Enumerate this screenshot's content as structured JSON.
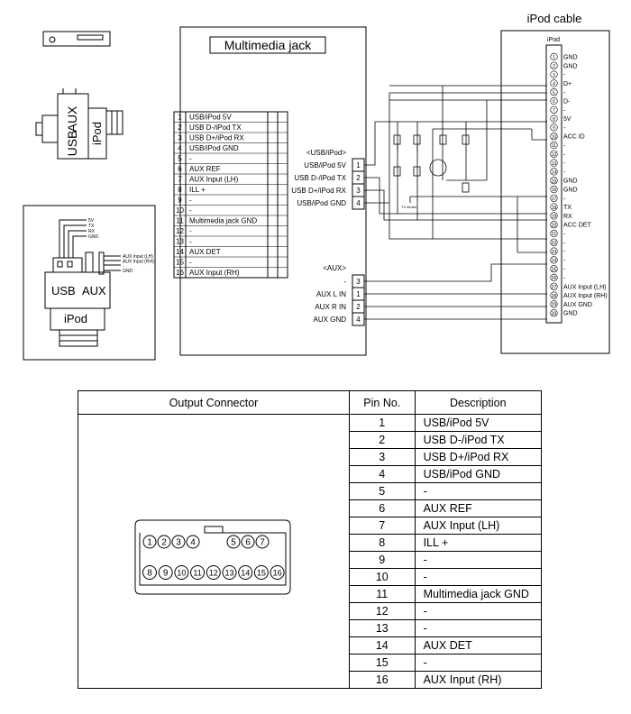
{
  "diagram": {
    "multimedia_jack_title": "Multimedia jack",
    "ipod_cable_title": "iPod cable",
    "ipod_col_header": "iPod",
    "jack_pins": [
      {
        "num": "1",
        "label": "USB/iPod 5V"
      },
      {
        "num": "2",
        "label": "USB D-/iPod TX"
      },
      {
        "num": "3",
        "label": "USB D+/iPod RX"
      },
      {
        "num": "4",
        "label": "USB/iPod GND"
      },
      {
        "num": "5",
        "label": "-"
      },
      {
        "num": "6",
        "label": "AUX REF"
      },
      {
        "num": "7",
        "label": "AUX Input (LH)"
      },
      {
        "num": "8",
        "label": "ILL +"
      },
      {
        "num": "9",
        "label": "-"
      },
      {
        "num": "10",
        "label": "-"
      },
      {
        "num": "11",
        "label": "Multimedia jack GND"
      },
      {
        "num": "12",
        "label": "-"
      },
      {
        "num": "13",
        "label": "-"
      },
      {
        "num": "14",
        "label": "AUX DET"
      },
      {
        "num": "15",
        "label": "-"
      },
      {
        "num": "16",
        "label": "AUX Input (RH)"
      }
    ],
    "usb_group_label": "<USB/iPod>",
    "usb_pins": [
      {
        "label": "USB/iPod 5V",
        "num": "1"
      },
      {
        "label": "USB D-/iPod TX",
        "num": "2"
      },
      {
        "label": "USB D+/iPod RX",
        "num": "3"
      },
      {
        "label": "USB/iPod GND",
        "num": "4"
      }
    ],
    "aux_group_label": "<AUX>",
    "aux_pins": [
      {
        "label": "-",
        "num": "3"
      },
      {
        "label": "AUX L IN",
        "num": "1"
      },
      {
        "label": "AUX R IN",
        "num": "2"
      },
      {
        "label": "AUX GND",
        "num": "4"
      }
    ],
    "ipod_pins": [
      {
        "num": "1",
        "label": "GND"
      },
      {
        "num": "2",
        "label": "GND"
      },
      {
        "num": "3",
        "label": "-"
      },
      {
        "num": "4",
        "label": "D+"
      },
      {
        "num": "5",
        "label": "-"
      },
      {
        "num": "6",
        "label": "D-"
      },
      {
        "num": "7",
        "label": "-"
      },
      {
        "num": "8",
        "label": "5V"
      },
      {
        "num": "9",
        "label": "-"
      },
      {
        "num": "10",
        "label": "ACC ID"
      },
      {
        "num": "11",
        "label": "-"
      },
      {
        "num": "12",
        "label": "-"
      },
      {
        "num": "13",
        "label": "-"
      },
      {
        "num": "14",
        "label": "-"
      },
      {
        "num": "15",
        "label": "GND"
      },
      {
        "num": "16",
        "label": "GND"
      },
      {
        "num": "17",
        "label": "-"
      },
      {
        "num": "18",
        "label": "TX"
      },
      {
        "num": "19",
        "label": "RX"
      },
      {
        "num": "20",
        "label": "ACC DET"
      },
      {
        "num": "21",
        "label": "-"
      },
      {
        "num": "22",
        "label": "-"
      },
      {
        "num": "23",
        "label": "-"
      },
      {
        "num": "24",
        "label": "-"
      },
      {
        "num": "25",
        "label": "-"
      },
      {
        "num": "26",
        "label": "-"
      },
      {
        "num": "27",
        "label": "AUX Input (LH)"
      },
      {
        "num": "28",
        "label": "AUX Input (RH)"
      },
      {
        "num": "29",
        "label": "AUX GND"
      },
      {
        "num": "30",
        "label": "GND"
      }
    ],
    "tx_note": "TX  series",
    "plug_labels": {
      "aux": "AUX",
      "ipod": "iPod",
      "usb": "USB"
    },
    "inset": {
      "wire_labels": [
        "5V",
        "TX",
        "RX",
        "GND"
      ],
      "aux_wires": [
        "AUX Input (LH)",
        "AUX Input (RH)",
        "-",
        "GND"
      ],
      "usb": "USB",
      "aux": "AUX",
      "ipod": "iPod"
    }
  },
  "table": {
    "headers": {
      "connector": "Output Connector",
      "pin": "Pin No.",
      "description": "Description"
    },
    "rows": [
      {
        "pin": "1",
        "description": "USB/iPod 5V"
      },
      {
        "pin": "2",
        "description": "USB D-/iPod TX"
      },
      {
        "pin": "3",
        "description": "USB D+/iPod RX"
      },
      {
        "pin": "4",
        "description": "USB/iPod GND"
      },
      {
        "pin": "5",
        "description": "-"
      },
      {
        "pin": "6",
        "description": "AUX REF"
      },
      {
        "pin": "7",
        "description": "AUX Input (LH)"
      },
      {
        "pin": "8",
        "description": "ILL +"
      },
      {
        "pin": "9",
        "description": "-"
      },
      {
        "pin": "10",
        "description": "-"
      },
      {
        "pin": "11",
        "description": "Multimedia jack GND"
      },
      {
        "pin": "12",
        "description": "-"
      },
      {
        "pin": "13",
        "description": "-"
      },
      {
        "pin": "14",
        "description": "AUX DET"
      },
      {
        "pin": "15",
        "description": "-"
      },
      {
        "pin": "16",
        "description": "AUX Input (RH)"
      }
    ],
    "connector_top_pins": [
      "1",
      "2",
      "3",
      "4",
      "5",
      "6",
      "7"
    ],
    "connector_bottom_pins": [
      "8",
      "9",
      "10",
      "11",
      "12",
      "13",
      "14",
      "15",
      "16"
    ]
  }
}
